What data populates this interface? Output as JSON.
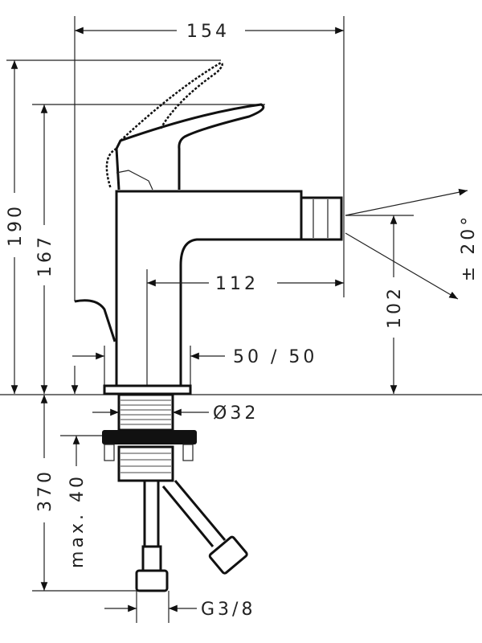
{
  "drawing": {
    "title": "Bidet mixer dimension drawing",
    "dimensions": {
      "overall_width": "154",
      "height_lever_open": "190",
      "height_lever_closed": "167",
      "spout_reach": "112",
      "spout_height": "102",
      "spray_angle": "± 20°",
      "base_offsets": "50 / 50",
      "tail_diameter": "Ø32",
      "below_deck": "370",
      "max_deck_thickness": "max. 40",
      "connection_thread": "G3/8"
    }
  }
}
